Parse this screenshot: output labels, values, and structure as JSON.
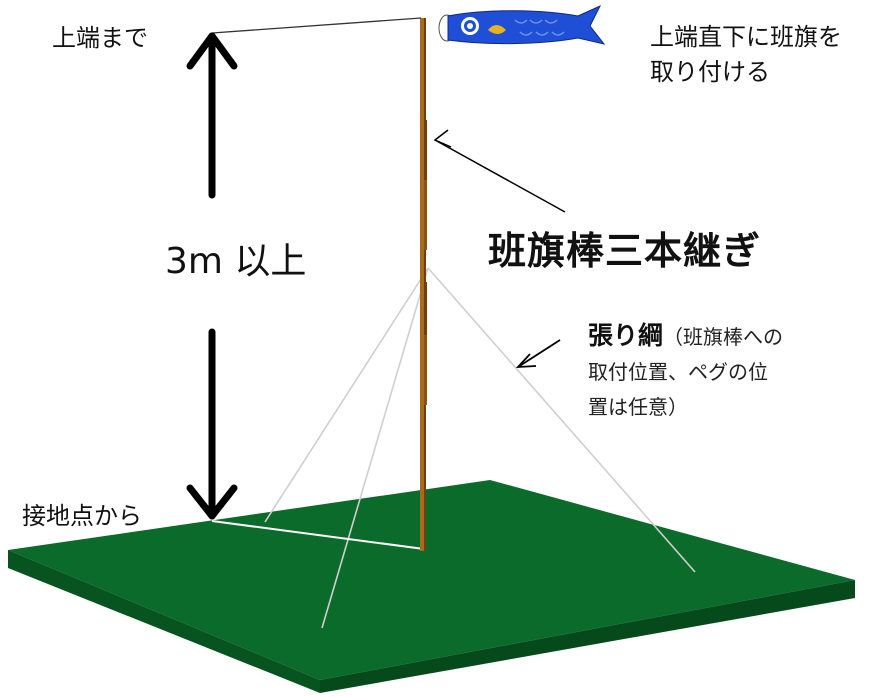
{
  "labels": {
    "top_end": "上端まで",
    "flag_note_line1": "上端直下に班旗を",
    "flag_note_line2": "取り付ける",
    "height": "3m 以上",
    "pole_name": "班旗棒三本継ぎ",
    "guy_title": "張り綱",
    "guy_note_line1": "（班旗棒への",
    "guy_note_line2": "取付位置、ペグの位",
    "guy_note_line3": "置は任意）",
    "ground_point": "接地点から"
  },
  "colors": {
    "ground": "#0a6b2a",
    "ground_edge": "#075420",
    "pole": "#a86a1c",
    "pole_dark": "#6e4010",
    "flag": "#1e4fd6",
    "guy_line": "#c8c8c8",
    "arrow": "#000000"
  },
  "icons": {
    "flag": "koinobori-flag-icon"
  }
}
